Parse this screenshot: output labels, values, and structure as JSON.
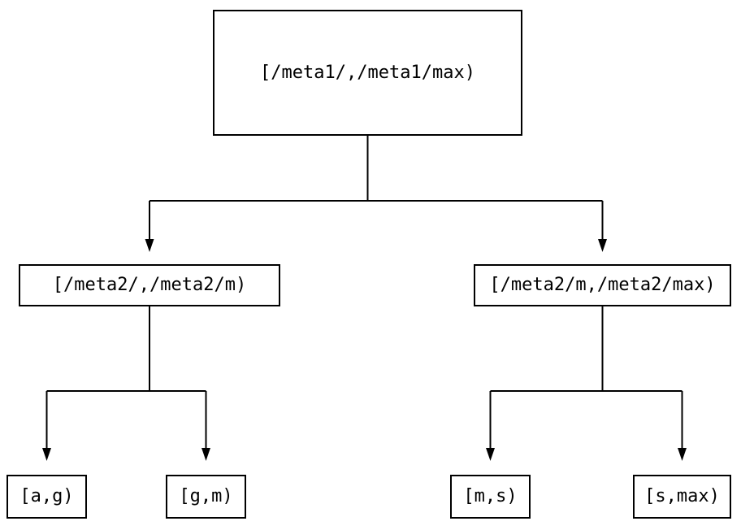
{
  "diagram": {
    "type": "tree",
    "background_color": "#ffffff",
    "line_color": "#000000",
    "text_color": "#000000",
    "nodes": [
      {
        "id": "root",
        "label": "[/meta1/,/meta1/max)"
      },
      {
        "id": "left",
        "label": "[/meta2/,/meta2/m)"
      },
      {
        "id": "right",
        "label": "[/meta2/m,/meta2/max)"
      },
      {
        "id": "leaf-ag",
        "label": "[a,g)"
      },
      {
        "id": "leaf-gm",
        "label": "[g,m)"
      },
      {
        "id": "leaf-ms",
        "label": "[m,s)"
      },
      {
        "id": "leaf-smax",
        "label": "[s,max)"
      }
    ],
    "edges": [
      {
        "from": "root",
        "to": "left"
      },
      {
        "from": "root",
        "to": "right"
      },
      {
        "from": "left",
        "to": "leaf-ag"
      },
      {
        "from": "left",
        "to": "leaf-gm"
      },
      {
        "from": "right",
        "to": "leaf-ms"
      },
      {
        "from": "right",
        "to": "leaf-smax"
      }
    ]
  }
}
